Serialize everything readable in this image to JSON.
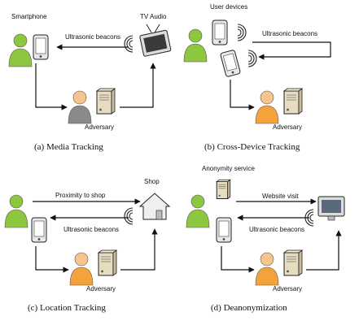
{
  "colors": {
    "person_green": "#8dc63f",
    "person_gray": "#8a8a8a",
    "person_orange": "#f4a23c",
    "skin": "#f6c48c",
    "device_case": "#e8e8e8",
    "server_beige": "#e8dcc0",
    "house": "#efefef",
    "line": "#111111"
  },
  "panels": [
    {
      "id": "a",
      "caption": "(a) Media Tracking",
      "labels": {
        "smartphone": "Smartphone",
        "tv_audio": "TV Audio",
        "beacons": "Ultrasonic beacons",
        "adversary": "Adversary"
      }
    },
    {
      "id": "b",
      "caption": "(b) Cross-Device Tracking",
      "labels": {
        "user_devices": "User devices",
        "beacons": "Ultrasonic beacons",
        "adversary": "Adversary"
      }
    },
    {
      "id": "c",
      "caption": "(c) Location Tracking",
      "labels": {
        "shop": "Shop",
        "proximity": "Proximity to shop",
        "beacons": "Ultrasonic beacons",
        "adversary": "Adversary"
      }
    },
    {
      "id": "d",
      "caption": "(d) Deanonymization",
      "labels": {
        "anonymity_service": "Anonymity service",
        "website_visit": "Website visit",
        "beacons": "Ultrasonic beacons",
        "adversary": "Adversary"
      }
    }
  ],
  "icons": {
    "person": "person-icon",
    "phone": "smartphone-icon",
    "tv": "tv-icon",
    "server": "server-icon",
    "house": "house-icon",
    "monitor": "monitor-icon",
    "beacon": "ultrasonic-waves-icon"
  }
}
